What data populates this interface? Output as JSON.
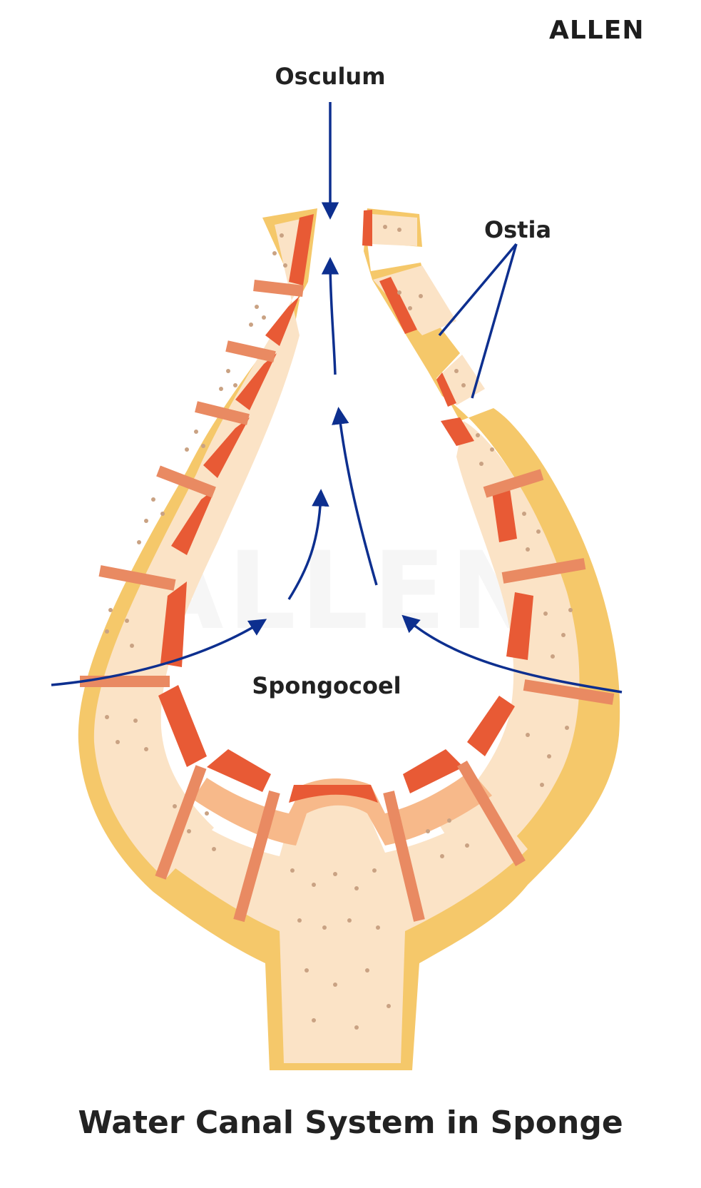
{
  "brand": "ALLEN",
  "title": "Water Canal System in Sponge",
  "labels": {
    "osculum": "Osculum",
    "ostia": "Ostia",
    "spongocoel": "Spongocoel"
  },
  "colors": {
    "outer_layer": "#f5c86a",
    "mesohyl": "#fbe3c6",
    "inner_band": "#f7b98a",
    "choanocyte_layer": "#e85a35",
    "pore_canal": "#e98a62",
    "spicule_dots": "#c9a283",
    "arrow": "#0d2f8f",
    "text": "#222222"
  }
}
